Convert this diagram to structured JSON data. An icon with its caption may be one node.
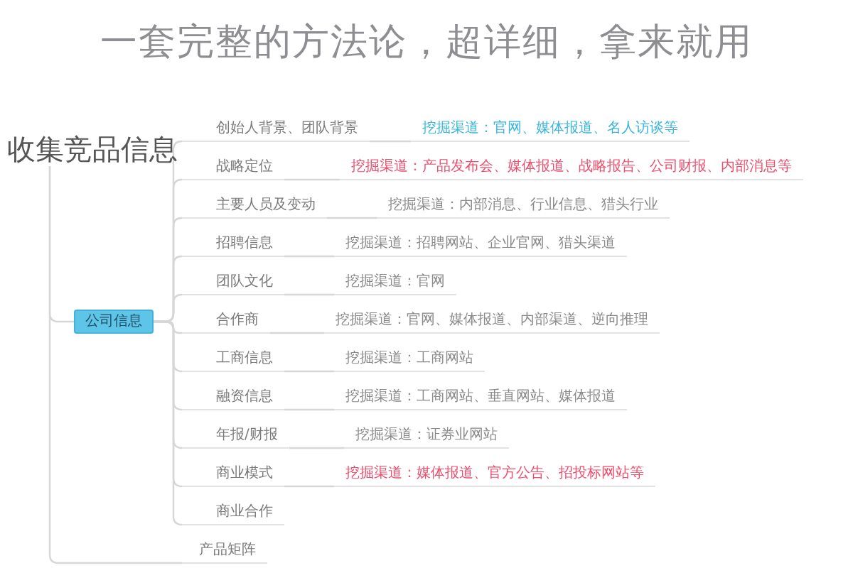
{
  "diagram": {
    "title": "一套完整的方法论，超详细，拿来就用",
    "nodes": [
      {
        "text": [
          "收集竞品信息"
        ]
      },
      {
        "text": [
          "公司信息"
        ]
      },
      {
        "text": [
          "创始人背景、团队背景"
        ]
      },
      {
        "text": [
          "挖掘渠道：官网、媒体报道、名人访谈等"
        ]
      },
      {
        "text": [
          "战略定位"
        ]
      },
      {
        "text": [
          "挖掘渠道：产品发布会、媒体报道、战略报告、公司财报、内部消息等"
        ]
      },
      {
        "text": [
          "主要人员及变动"
        ]
      },
      {
        "text": [
          "挖掘渠道：内部消息、行业信息、猎头行业"
        ]
      },
      {
        "text": [
          "招聘信息"
        ]
      },
      {
        "text": [
          "挖掘渠道：招聘网站、企业官网、猎头渠道"
        ]
      },
      {
        "text": [
          "团队文化"
        ]
      },
      {
        "text": [
          "挖掘渠道：官网"
        ]
      },
      {
        "text": [
          "合作商"
        ]
      },
      {
        "text": [
          "挖掘渠道：官网、媒体报道、内部渠道、逆向推理"
        ]
      },
      {
        "text": [
          "工商信息"
        ]
      },
      {
        "text": [
          "挖掘渠道：工商网站"
        ]
      },
      {
        "text": [
          "融资信息"
        ]
      },
      {
        "text": [
          "挖掘渠道：工商网站、垂直网站、媒体报道"
        ]
      },
      {
        "text": [
          "年报/财报"
        ]
      },
      {
        "text": [
          "挖掘渠道：证券业网站"
        ]
      },
      {
        "text": [
          "商业模式"
        ]
      },
      {
        "text": [
          "挖掘渠道：媒体报道、官方公告、招投标网站等"
        ]
      },
      {
        "text": [
          "商业合作"
        ]
      },
      {
        "text": [
          "产品矩阵"
        ]
      }
    ],
    "edges": [
      {
        "from": 0,
        "to": 1,
        "arrow": "none"
      },
      {
        "from": 1,
        "to": 2,
        "arrow": "none"
      },
      {
        "from": 2,
        "to": 3,
        "arrow": "none"
      },
      {
        "from": 1,
        "to": 4,
        "arrow": "none"
      },
      {
        "from": 4,
        "to": 5,
        "arrow": "none"
      },
      {
        "from": 1,
        "to": 6,
        "arrow": "none"
      },
      {
        "from": 6,
        "to": 7,
        "arrow": "none"
      },
      {
        "from": 1,
        "to": 8,
        "arrow": "none"
      },
      {
        "from": 8,
        "to": 9,
        "arrow": "none"
      },
      {
        "from": 1,
        "to": 10,
        "arrow": "none"
      },
      {
        "from": 10,
        "to": 11,
        "arrow": "none"
      },
      {
        "from": 1,
        "to": 12,
        "arrow": "none"
      },
      {
        "from": 12,
        "to": 13,
        "arrow": "none"
      },
      {
        "from": 1,
        "to": 14,
        "arrow": "none"
      },
      {
        "from": 14,
        "to": 15,
        "arrow": "none"
      },
      {
        "from": 1,
        "to": 16,
        "arrow": "none"
      },
      {
        "from": 16,
        "to": 17,
        "arrow": "none"
      },
      {
        "from": 1,
        "to": 18,
        "arrow": "none"
      },
      {
        "from": 18,
        "to": 19,
        "arrow": "none"
      },
      {
        "from": 1,
        "to": 20,
        "arrow": "none"
      },
      {
        "from": 20,
        "to": 21,
        "arrow": "none"
      },
      {
        "from": 1,
        "to": 22,
        "arrow": "none"
      },
      {
        "from": 0,
        "to": 23,
        "arrow": "none"
      }
    ]
  }
}
